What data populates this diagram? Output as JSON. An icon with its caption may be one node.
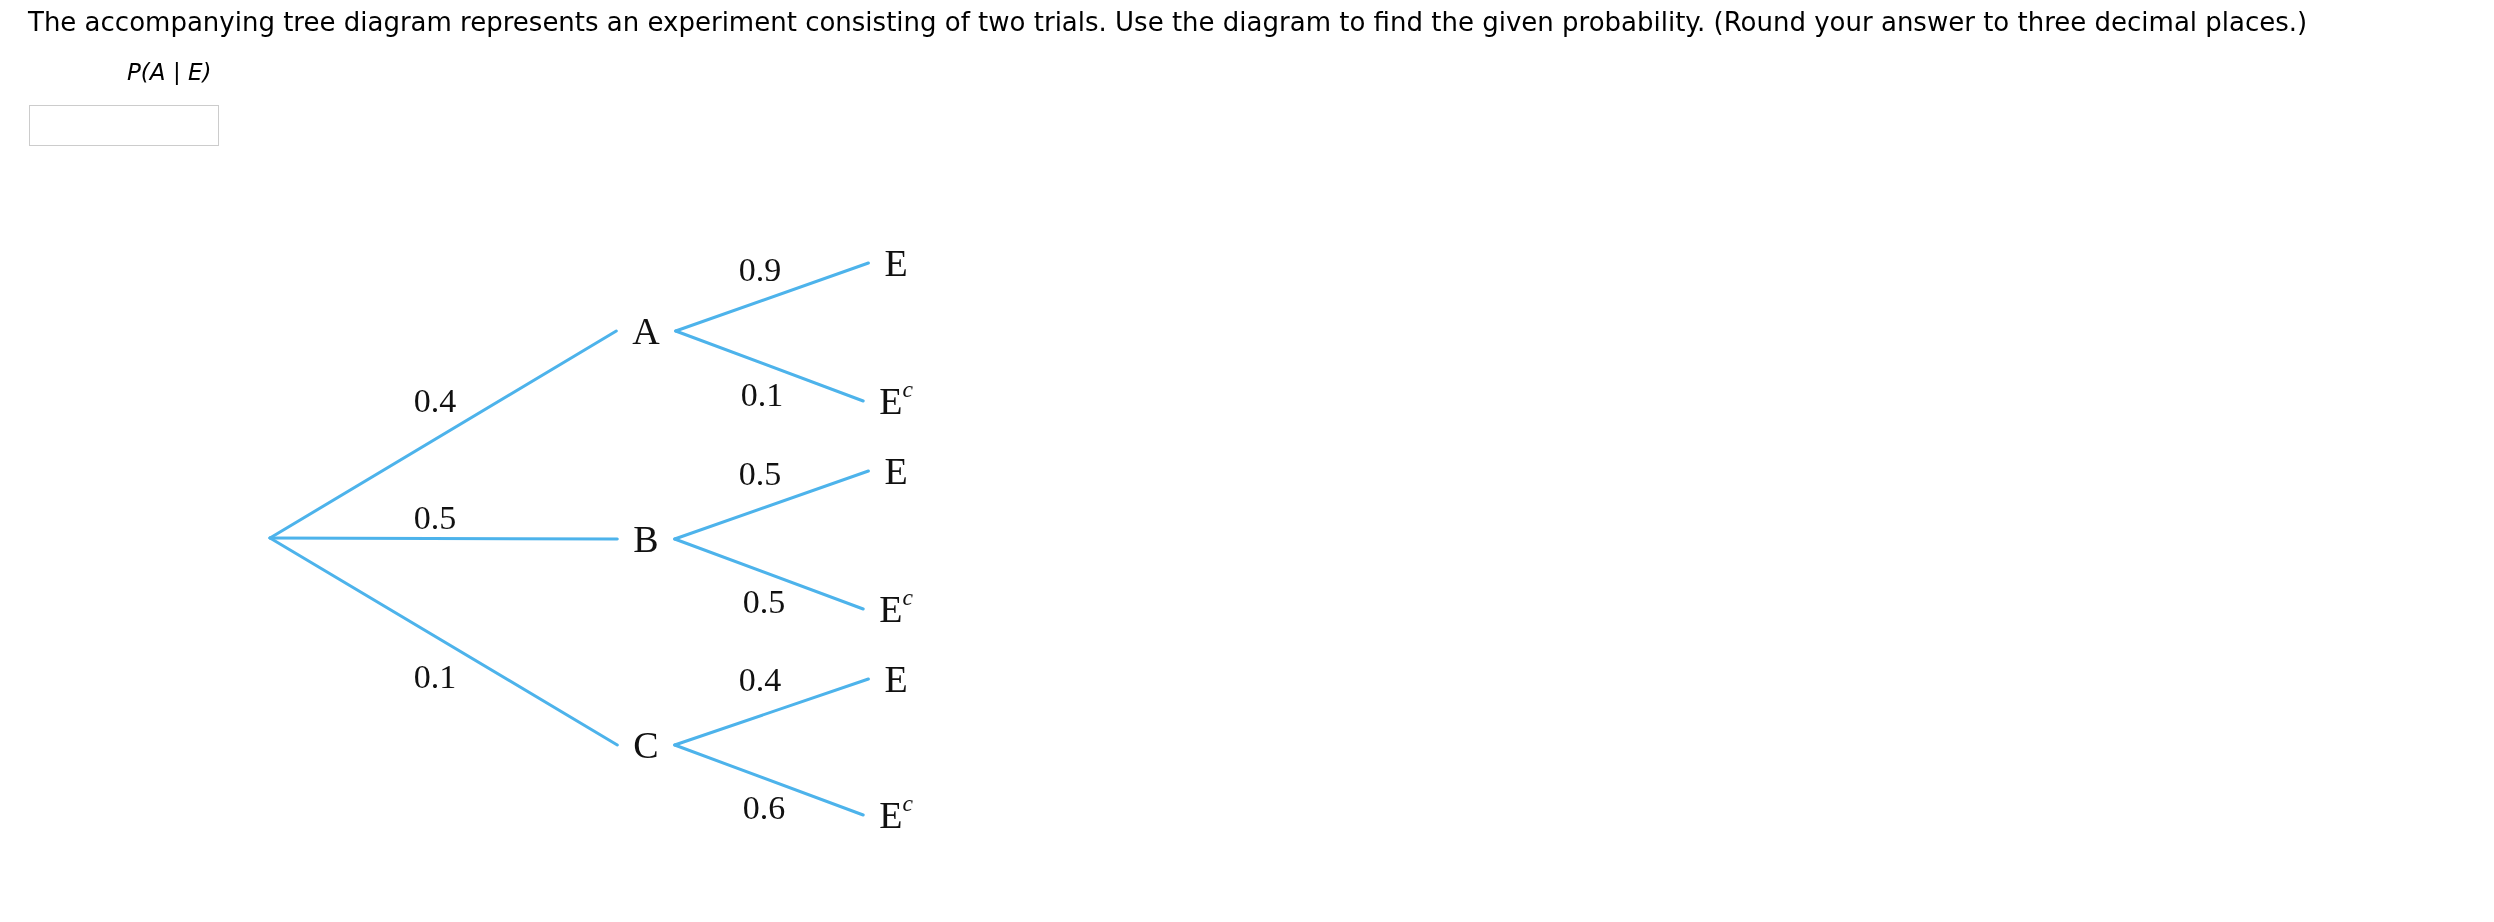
{
  "diagram": {
    "title": "The accompanying tree diagram represents an experiment consisting of two trials. Use the diagram to find the given probability. (Round your answer to three decimal places.)",
    "nodes": [
      {
        "text": [
          "A"
        ]
      },
      {
        "text": [
          "E"
        ]
      },
      {
        "text": [
          "E$^{c}$"
        ]
      },
      {
        "text": [
          "B"
        ]
      },
      {
        "text": [
          "E"
        ]
      },
      {
        "text": [
          "E$^{c}$"
        ]
      },
      {
        "text": [
          "C"
        ]
      },
      {
        "text": [
          "E"
        ]
      },
      {
        "text": [
          "E$^{c}$"
        ]
      }
    ],
    "edges": [
      {
        "from": null,
        "to": 0,
        "arrow": "none",
        "label": "0.4"
      },
      {
        "from": null,
        "to": 3,
        "arrow": "none",
        "label": "0.5"
      },
      {
        "from": null,
        "to": 6,
        "arrow": "none",
        "label": "0.1"
      },
      {
        "from": 0,
        "to": 1,
        "arrow": "none",
        "label": "0.9"
      },
      {
        "from": 0,
        "to": 2,
        "arrow": "none",
        "label": "0.1"
      },
      {
        "from": 3,
        "to": 4,
        "arrow": "none",
        "label": "0.5"
      },
      {
        "from": 3,
        "to": 5,
        "arrow": "none",
        "label": "0.5"
      },
      {
        "from": 6,
        "to": 7,
        "arrow": "none",
        "label": "0.4"
      },
      {
        "from": 6,
        "to": 8,
        "arrow": "none",
        "label": "0.6"
      }
    ],
    "labels": [
      "P(A | E)"
    ]
  }
}
